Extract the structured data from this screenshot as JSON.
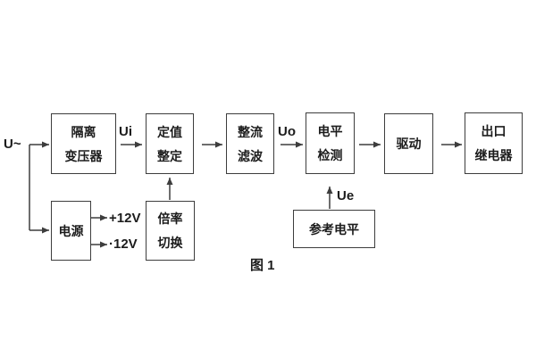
{
  "figure": {
    "caption": "图 1"
  },
  "labels": {
    "input": "U~",
    "ui": "Ui",
    "uo": "Uo",
    "ue": "Ue",
    "rail_pos": "+12V",
    "rail_neg": "·12V"
  },
  "blocks": {
    "isolation_transformer": {
      "line1": "隔离",
      "line2": "变压器"
    },
    "setpoint_setting": {
      "line1": "定值",
      "line2": "整定"
    },
    "rectifier_filter": {
      "line1": "整流",
      "line2": "滤波"
    },
    "level_detection": {
      "line1": "电平",
      "line2": "检测"
    },
    "driver": {
      "line1": "驱动"
    },
    "output_relay": {
      "line1": "出口",
      "line2": "继电器"
    },
    "power_supply": {
      "line1": "电源"
    },
    "ratio_switch": {
      "line1": "倍率",
      "line2": "切换"
    },
    "reference_level": {
      "line1": "参考电平"
    }
  },
  "colors": {
    "line": "#3d3d3d",
    "text": "#1c1c1c",
    "background": "#ffffff"
  }
}
